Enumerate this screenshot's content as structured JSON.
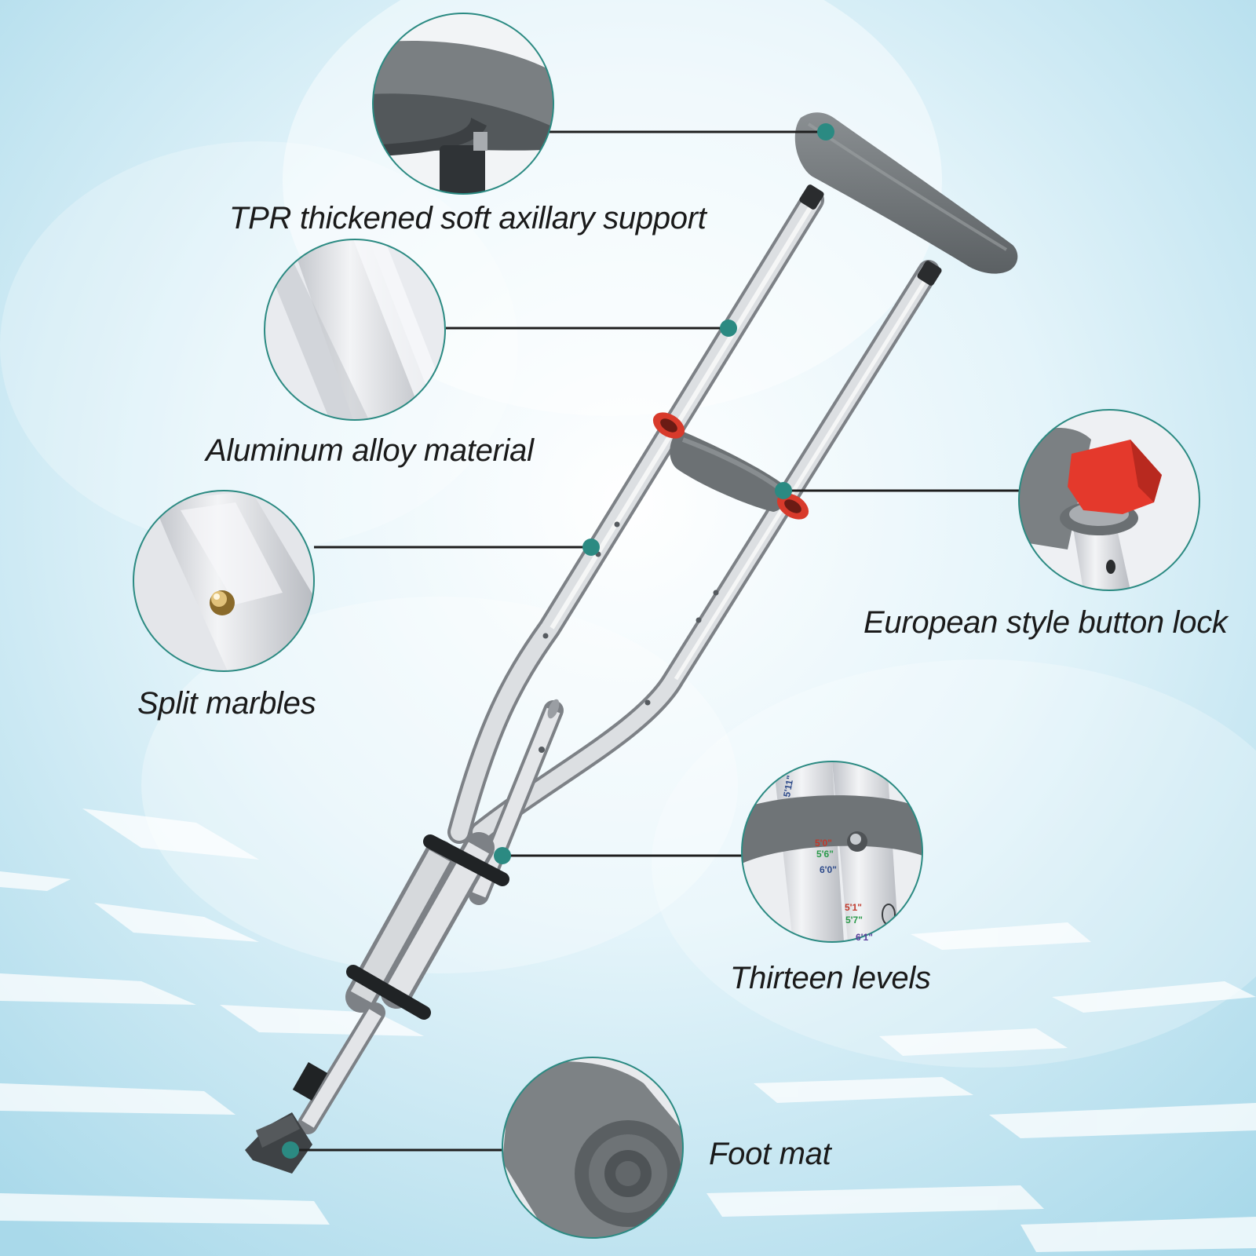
{
  "callouts": {
    "axillary_support": "TPR thickened soft axillary support",
    "aluminum_alloy": "Aluminum alloy material",
    "split_marbles": "Split marbles",
    "button_lock": "European style button lock",
    "thirteen_levels": "Thirteen levels",
    "foot_mat": "Foot mat"
  },
  "height_markings": [
    "5'11\"",
    "5'0\"",
    "5'6\"",
    "6'0\"",
    "5'1\"",
    "5'7\"",
    "6'1\""
  ],
  "colors": {
    "leader_line": "#1e1e1e",
    "marker_dot": "#2b8a82",
    "lock_red": "#e4392c",
    "pad_gray": "#6f7476",
    "tube_silver": "#c9ccd0"
  }
}
